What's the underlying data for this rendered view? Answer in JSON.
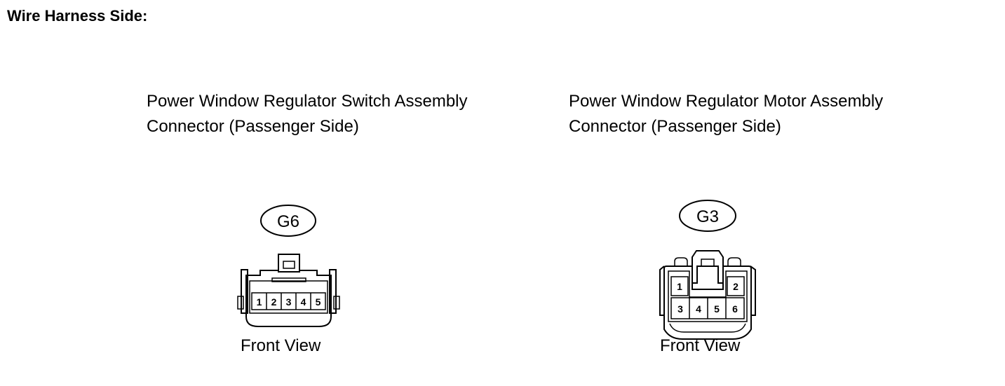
{
  "heading": "Wire Harness Side:",
  "connectors": [
    {
      "title_line1": "Power Window Regulator Switch Assembly",
      "title_line2": "Connector (Passenger Side)",
      "code": "G6",
      "pins": [
        "1",
        "2",
        "3",
        "4",
        "5"
      ],
      "view_label": "Front View"
    },
    {
      "title_line1": "Power Window Regulator Motor Assembly",
      "title_line2": "Connector (Passenger Side)",
      "code": "G3",
      "pins": [
        "1",
        "2",
        "3",
        "4",
        "5",
        "6"
      ],
      "view_label": "Front View"
    }
  ]
}
